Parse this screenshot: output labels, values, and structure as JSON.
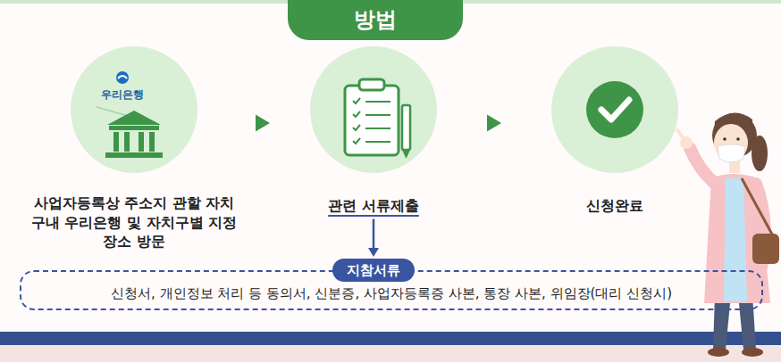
{
  "diagram": {
    "title": "방법",
    "nodes": [
      {
        "text": [
          "우리은행",
          "사업자등록상 주소지 관할 자치구내 우리은행 및 자치구별 지정장소 방문"
        ]
      },
      {
        "text": [
          "관련 서류제출"
        ]
      },
      {
        "text": [
          "신청완료"
        ]
      },
      {
        "text": [
          "지참서류"
        ]
      },
      {
        "text": [
          "신청서, 개인정보 처리 등 동의서, 신분증, 사업자등록증 사본, 통장 사본, 위임장(대리 신청시)"
        ]
      }
    ],
    "edges": [
      {
        "from": 0,
        "to": 1,
        "arrow": "to"
      },
      {
        "from": 1,
        "to": 2,
        "arrow": "to"
      },
      {
        "from": 1,
        "to": 3,
        "arrow": "to"
      }
    ]
  }
}
